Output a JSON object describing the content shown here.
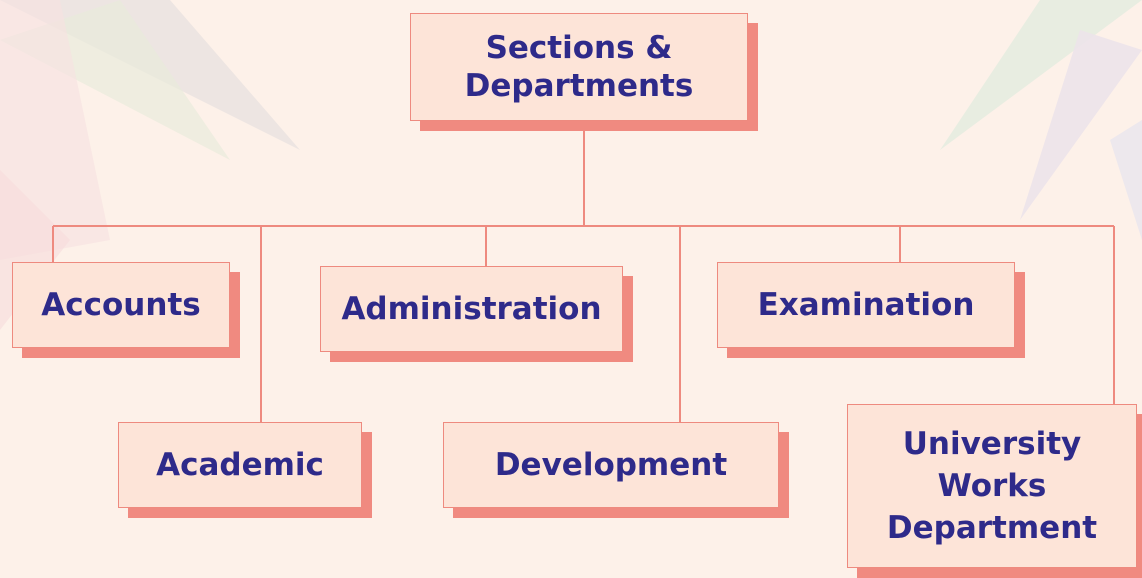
{
  "diagram": {
    "root": {
      "label": "Sections &\nDepartments"
    },
    "nodes": [
      {
        "id": "accounts",
        "label": "Accounts"
      },
      {
        "id": "academic",
        "label": "Academic"
      },
      {
        "id": "administration",
        "label": "Administration"
      },
      {
        "id": "development",
        "label": "Development"
      },
      {
        "id": "examination",
        "label": "Examination"
      },
      {
        "id": "university-works",
        "label": "University\nWorks\nDepartment"
      }
    ]
  },
  "colors": {
    "background": "#fdf1e9",
    "box_fill": "#fde4d8",
    "box_shadow": "#f08a80",
    "connector": "#ee8a7f",
    "text": "#2e2a8a"
  }
}
